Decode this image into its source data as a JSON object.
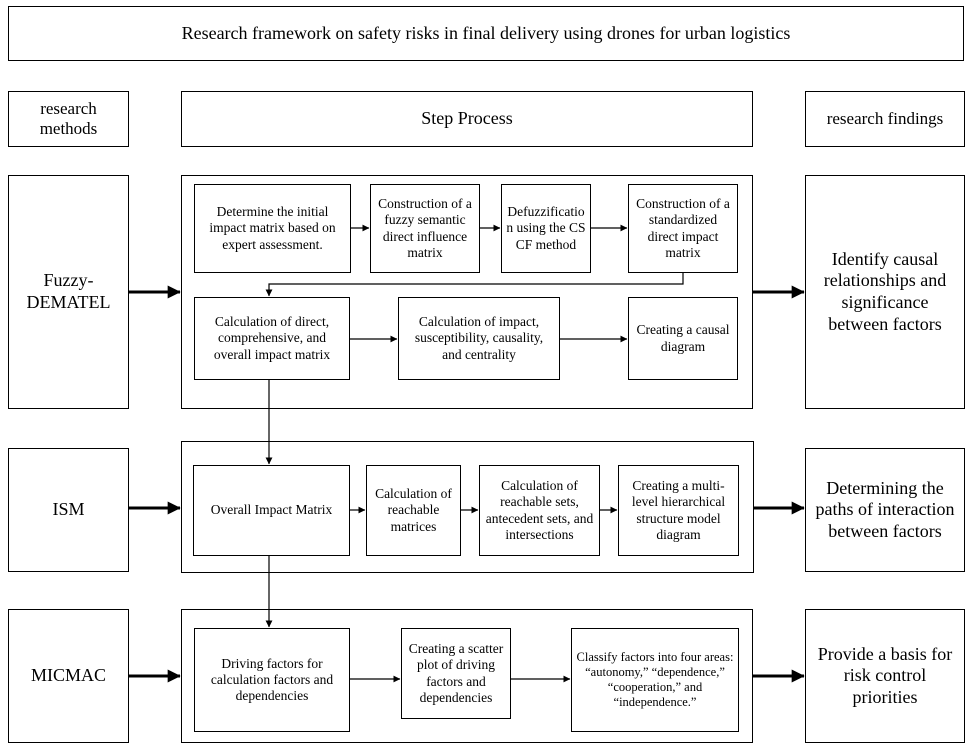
{
  "title": "Research framework on safety risks in final delivery using drones for urban logistics",
  "headers": {
    "methods": "research methods",
    "process": "Step Process",
    "findings": "research findings"
  },
  "rows": [
    {
      "method": "Fuzzy-DEMATEL",
      "finding": "Identify causal relationships and significance between factors",
      "steps": [
        "Determine the initial impact matrix based on expert assessment.",
        "Construction of a fuzzy semantic direct influence matrix",
        "Defuzzification using the CSCF method",
        "Construction of a standardized direct impact matrix",
        "Calculation of direct, comprehensive, and overall impact matrix",
        "Calculation of impact, susceptibility, causality, and centrality",
        "Creating a causal diagram"
      ]
    },
    {
      "method": "ISM",
      "finding": "Determining the paths of interaction between factors",
      "steps": [
        "Overall Impact Matrix",
        "Calculation of reachable matrices",
        "Calculation of reachable sets, antecedent sets, and intersections",
        "Creating a multi-level hierarchical structure model diagram"
      ]
    },
    {
      "method": "MICMAC",
      "finding": "Provide a basis for risk control priorities",
      "steps": [
        "Driving factors for calculation factors and dependencies",
        "Creating a scatter plot of driving factors and dependencies",
        "Classify factors into four areas: “autonomy,” “dependence,” “cooperation,” and “independence.”"
      ]
    }
  ]
}
